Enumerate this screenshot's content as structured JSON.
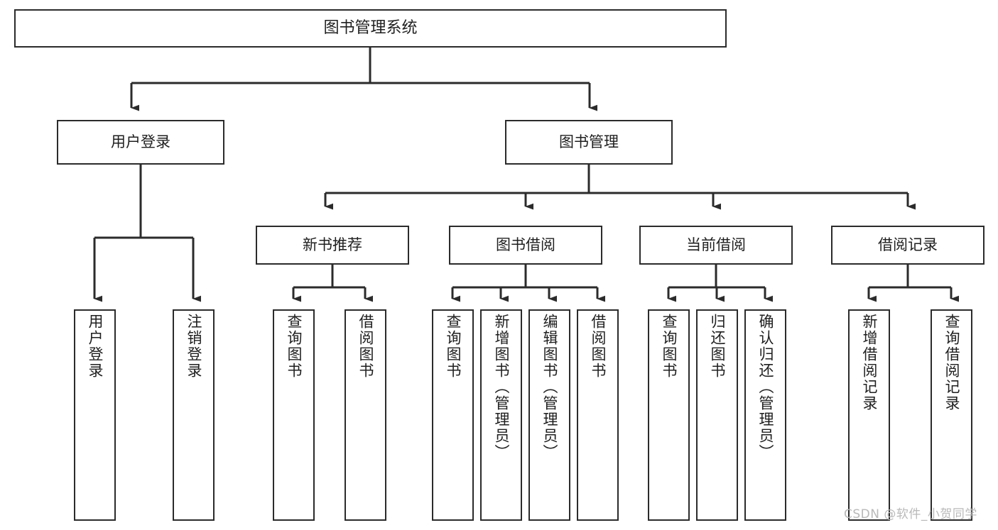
{
  "diagram": {
    "title": "图书管理系统",
    "type": "tree-hierarchy-diagram",
    "watermark": "CSDN @软件_小贺同学",
    "colors": {
      "box_border": "#2b2b2b",
      "box_fill": "#ffffff",
      "line": "#2b2b2b",
      "text": "#1f1f1f",
      "watermark": "#b9b9b9"
    },
    "root": {
      "id": "root",
      "label": "图书管理系统"
    },
    "level2": [
      {
        "id": "user-login",
        "label": "用户登录"
      },
      {
        "id": "book-manage",
        "label": "图书管理"
      }
    ],
    "level3": [
      {
        "id": "new-book-recommend",
        "label": "新书推荐",
        "parent": "book-manage"
      },
      {
        "id": "book-borrow",
        "label": "图书借阅",
        "parent": "book-manage"
      },
      {
        "id": "current-borrow",
        "label": "当前借阅",
        "parent": "book-manage"
      },
      {
        "id": "borrow-record",
        "label": "借阅记录",
        "parent": "book-manage"
      }
    ],
    "leaves": [
      {
        "id": "leaf-user-login",
        "label": "用户登录",
        "parent": "user-login"
      },
      {
        "id": "leaf-user-logout",
        "label": "注销登录",
        "parent": "user-login"
      },
      {
        "id": "leaf-query-book-1",
        "label": "查询图书",
        "parent": "new-book-recommend"
      },
      {
        "id": "leaf-borrow-book-1",
        "label": "借阅图书",
        "parent": "new-book-recommend"
      },
      {
        "id": "leaf-query-book-2",
        "label": "查询图书",
        "parent": "book-borrow"
      },
      {
        "id": "leaf-add-book",
        "label": "新增图书（管理员）",
        "parent": "book-borrow"
      },
      {
        "id": "leaf-edit-book",
        "label": "编辑图书（管理员）",
        "parent": "book-borrow"
      },
      {
        "id": "leaf-borrow-book-2",
        "label": "借阅图书",
        "parent": "book-borrow"
      },
      {
        "id": "leaf-query-book-3",
        "label": "查询图书",
        "parent": "current-borrow"
      },
      {
        "id": "leaf-return-book",
        "label": "归还图书",
        "parent": "current-borrow"
      },
      {
        "id": "leaf-confirm-return",
        "label": "确认归还（管理员）",
        "parent": "current-borrow"
      },
      {
        "id": "leaf-add-record",
        "label": "新增借阅记录",
        "parent": "borrow-record"
      },
      {
        "id": "leaf-query-record",
        "label": "查询借阅记录",
        "parent": "borrow-record"
      }
    ]
  }
}
